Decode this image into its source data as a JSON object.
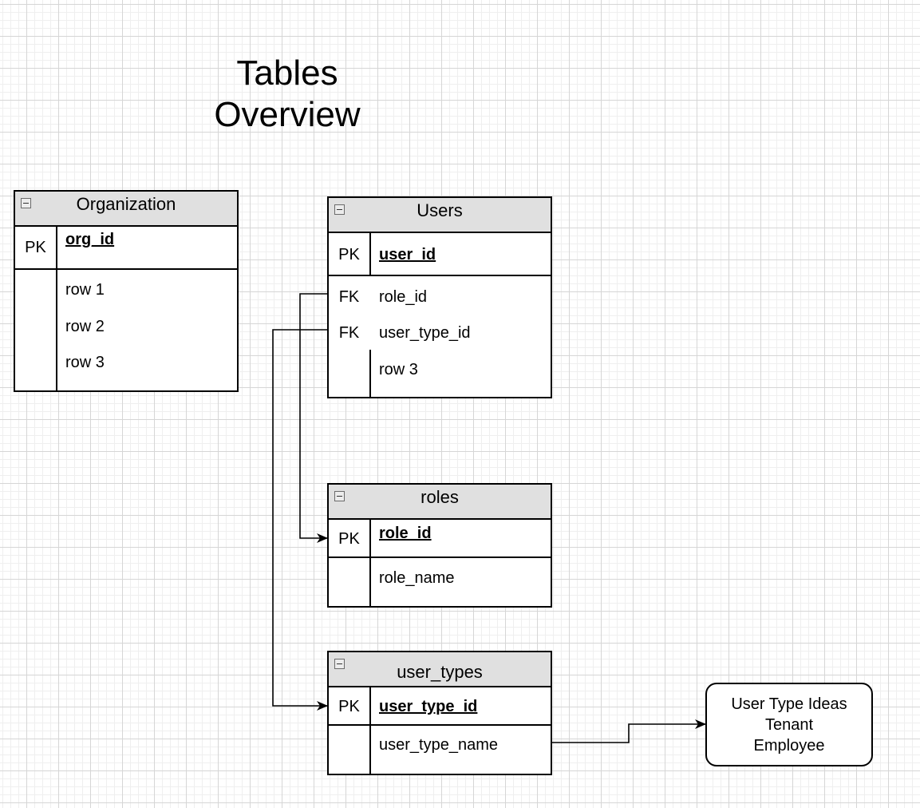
{
  "title": {
    "line1": "Tables",
    "line2": "Overview"
  },
  "tables": {
    "organization": {
      "name": "Organization",
      "pk_label": "PK",
      "pk_field": "org_id",
      "rows": [
        "row 1",
        "row 2",
        "row 3"
      ]
    },
    "users": {
      "name": "Users",
      "pk_label": "PK",
      "pk_field": "user_id",
      "fk_label": "FK",
      "rows": [
        "role_id",
        "user_type_id",
        "row 3"
      ]
    },
    "roles": {
      "name": "roles",
      "pk_label": "PK",
      "pk_field": "role_id",
      "rows": [
        "role_name"
      ]
    },
    "user_types": {
      "name": "user_types",
      "pk_label": "PK",
      "pk_field": "user_type_id",
      "rows": [
        "user_type_name"
      ]
    }
  },
  "note": {
    "lines": [
      "User Type Ideas",
      "Tenant",
      "Employee"
    ]
  }
}
